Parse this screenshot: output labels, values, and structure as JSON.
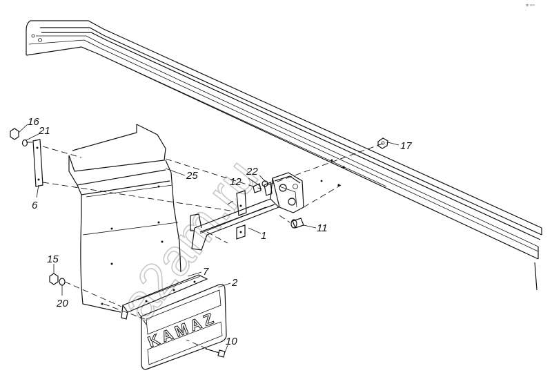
{
  "corner_mark": "ᵖᵖ ⁿⁿⁿ",
  "watermark": "a2am.ru",
  "mudflap_brand": "KAMAZ",
  "callouts": {
    "c1": "1",
    "c2": "2",
    "c6": "6",
    "c7": "7",
    "c10": "10",
    "c11": "11",
    "c12": "12",
    "c15": "15",
    "c16": "16",
    "c17": "17",
    "c20": "20",
    "c21": "21",
    "c22": "22",
    "c25": "25"
  }
}
